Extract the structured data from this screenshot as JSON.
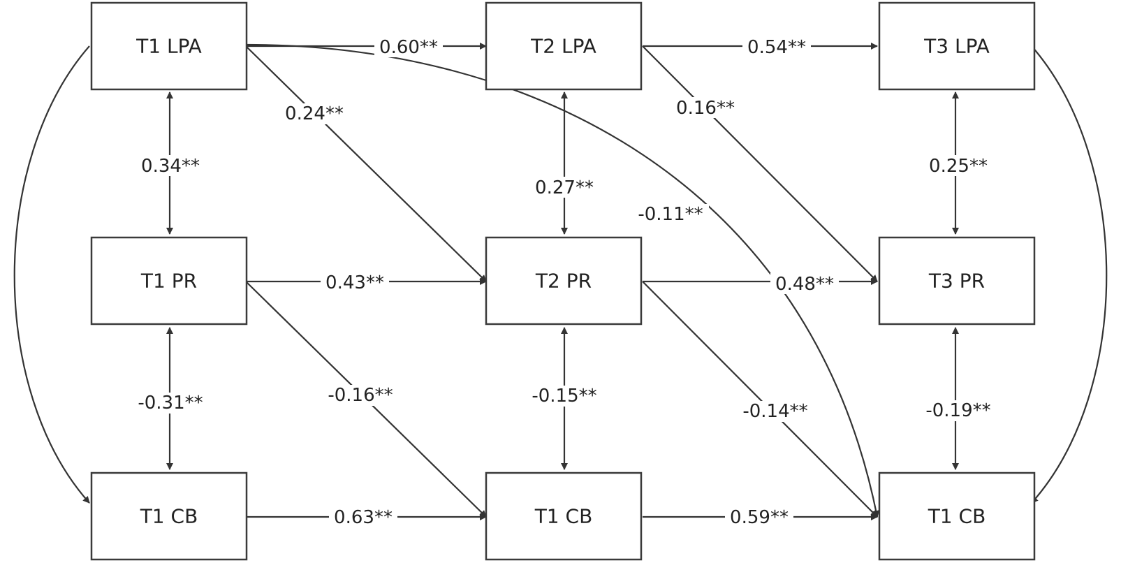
{
  "nodes": {
    "t1_lpa": "T1 LPA",
    "t2_lpa": "T2 LPA",
    "t3_lpa": "T3 LPA",
    "t1_pr": "T1 PR",
    "t2_pr": "T2 PR",
    "t3_pr": "T3 PR",
    "t1_cb": "T1 CB",
    "t2_cb": "T1 CB",
    "t3_cb": "T1 CB"
  },
  "paths": {
    "lpa1_lpa2": "0.60**",
    "lpa2_lpa3": "0.54**",
    "lpa1_pr2": "0.24**",
    "lpa2_pr3": "0.16**",
    "lpa1_pr1": "0.34**",
    "lpa2_pr2": "0.27**",
    "lpa3_pr3": "0.25**",
    "lpa1_cb3": "-0.11**",
    "pr1_pr2": "0.43**",
    "pr2_pr3": "0.48**",
    "pr1_cb2": "-0.16**",
    "pr2_cb3": "-0.14**",
    "pr1_cb1": "-0.31**",
    "pr2_cb2": "-0.15**",
    "pr3_cb3": "-0.19**",
    "cb1_cb2": "0.63**",
    "cb2_cb3": "0.59**"
  },
  "colors": {
    "stroke": "#333333",
    "box_border": "#3a3a3a",
    "text": "#222222",
    "background": "#ffffff"
  }
}
